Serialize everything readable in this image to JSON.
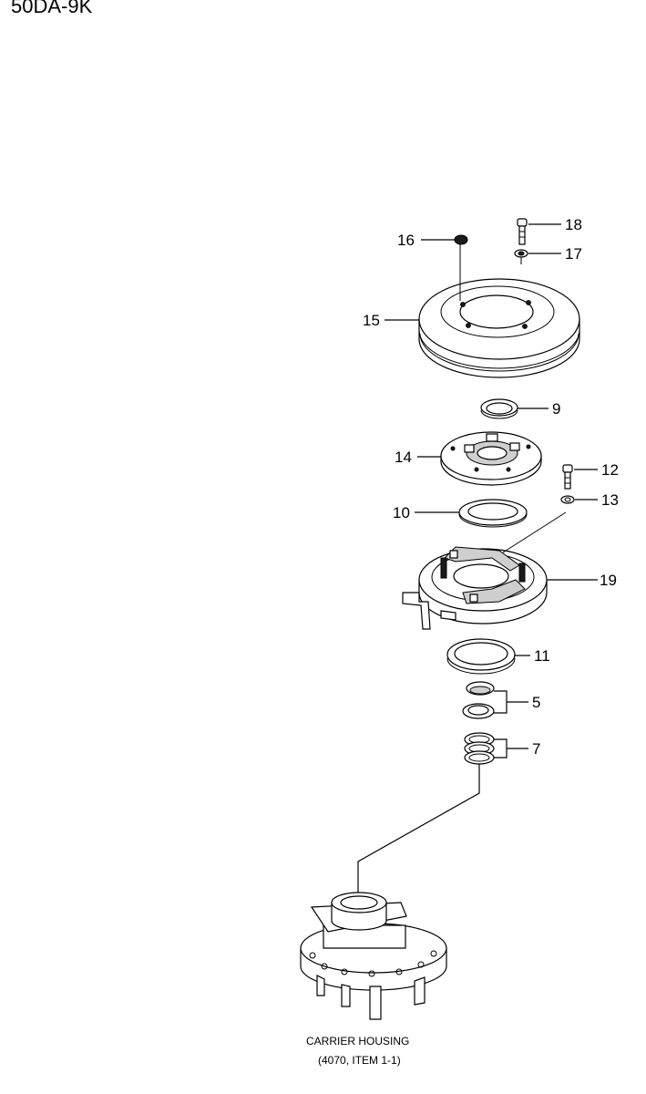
{
  "title": "50DA-9K",
  "callouts": {
    "c18": "18",
    "c16": "16",
    "c17": "17",
    "c15": "15",
    "c9": "9",
    "c14": "14",
    "c12": "12",
    "c13": "13",
    "c10": "10",
    "c19": "19",
    "c11": "11",
    "c5": "5",
    "c7": "7"
  },
  "caption": {
    "line1": "CARRIER HOUSING",
    "line2": "(4070, ITEM 1-1)"
  }
}
